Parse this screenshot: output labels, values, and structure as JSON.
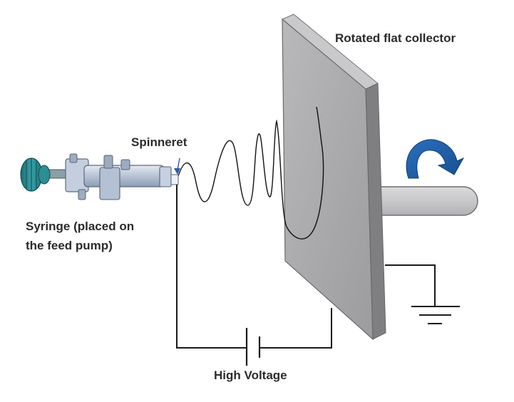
{
  "labels": {
    "collector": "Rotated flat collector",
    "spinneret": "Spinneret",
    "syringe_line1": "Syringe (placed on",
    "syringe_line2": "the feed pump)",
    "voltage": "High Voltage"
  },
  "colors": {
    "collector_front": "#a9a9ab",
    "collector_side": "#7d7d80",
    "collector_top": "#c7c7c9",
    "shaft": "#cfcfd1",
    "rotation_arrow": "#1f5fa8",
    "syringe_knob": "#2a8a8f",
    "syringe_body": "#c6d0df",
    "wire": "#1a1a1a"
  },
  "icons": {
    "rotation": "curved-rotation-arrow-icon",
    "ground": "ground-symbol-icon",
    "battery": "dc-voltage-source-icon"
  }
}
